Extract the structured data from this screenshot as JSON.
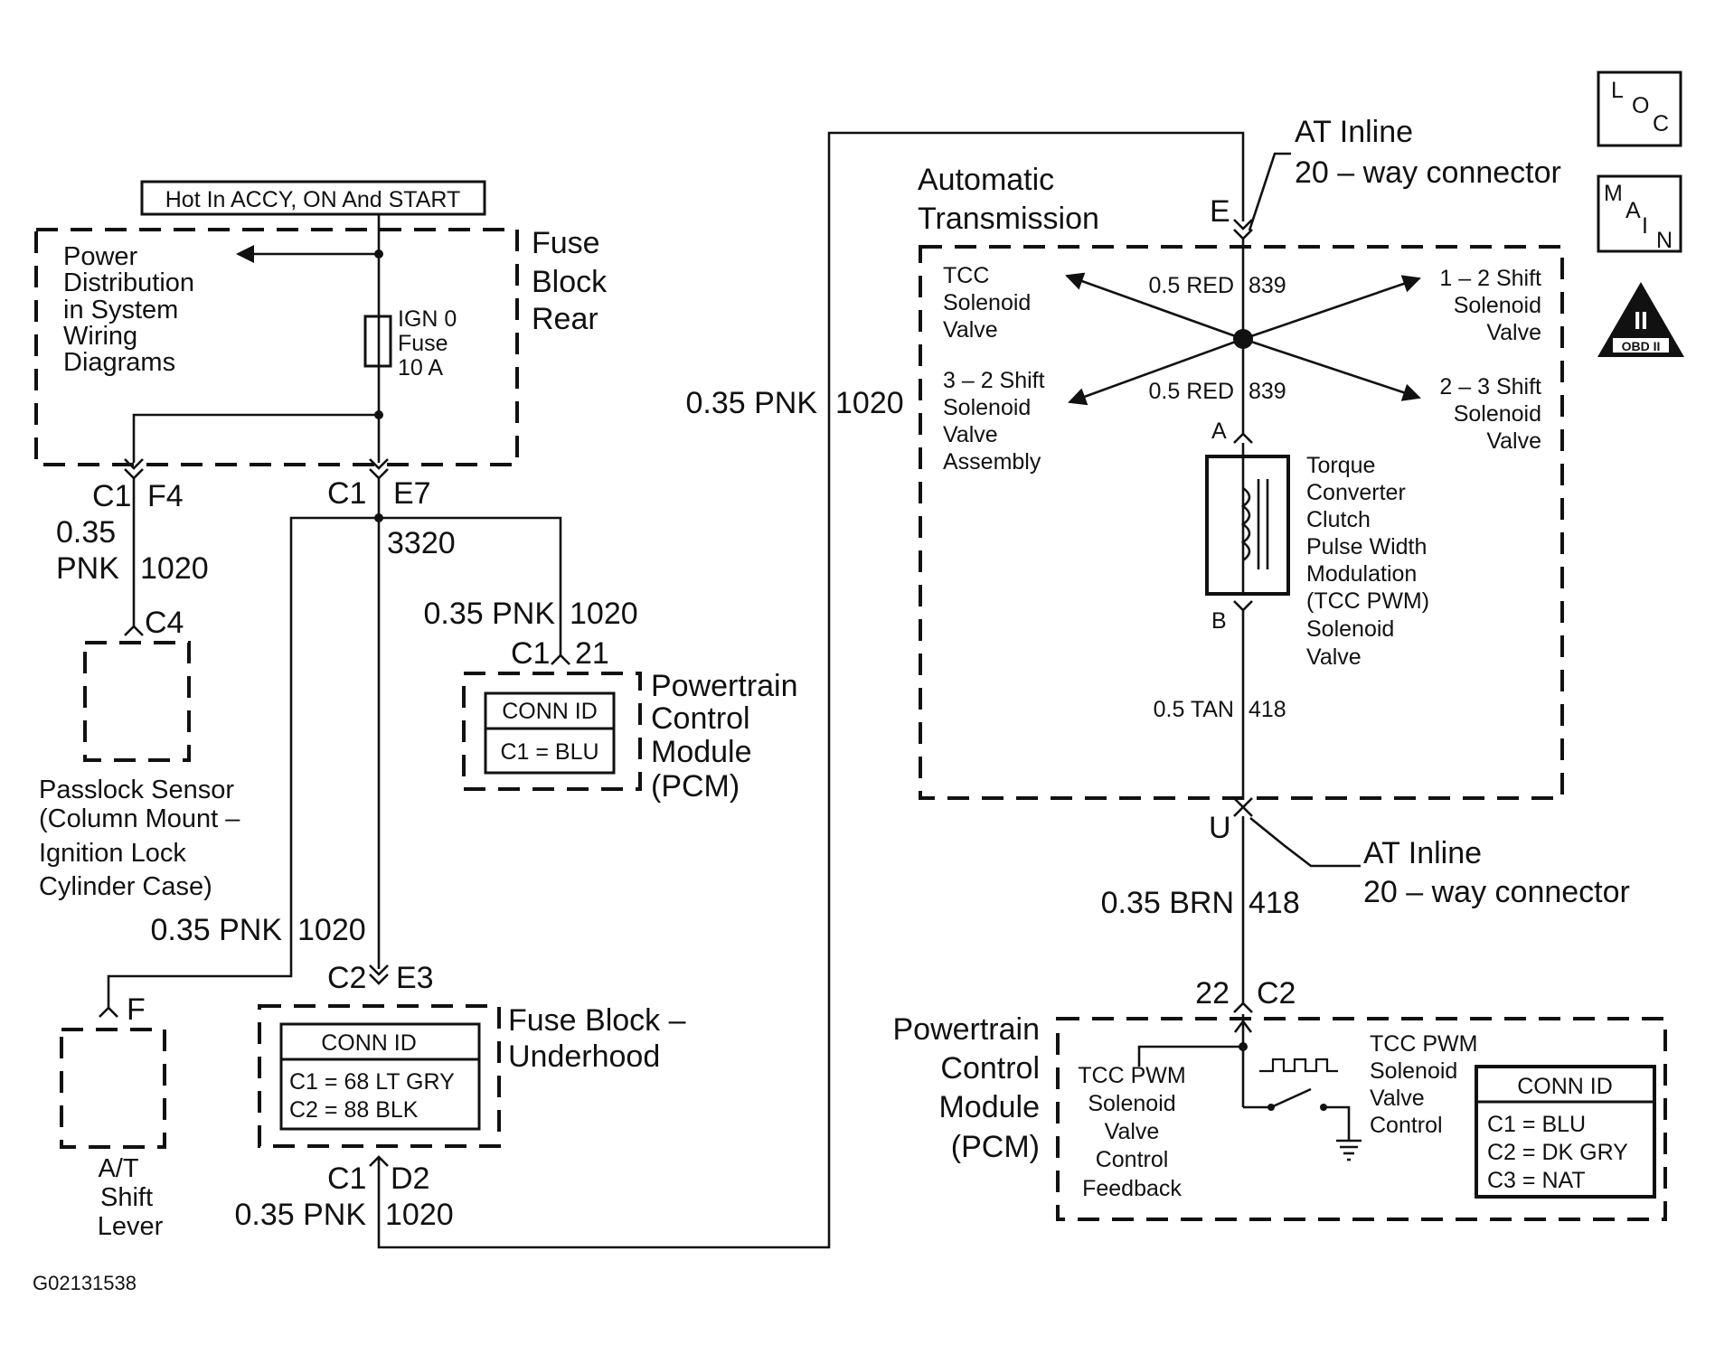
{
  "diagram_id": "G02131538",
  "icons": {
    "loc": [
      "L",
      "O",
      "C"
    ],
    "main": [
      "M",
      "A",
      "I",
      "N"
    ],
    "obd": {
      "numeral": "II",
      "label": "OBD II"
    }
  },
  "supply_label": "Hot In ACCY, ON And START",
  "fuse_block_rear": {
    "title": [
      "Fuse",
      "Block",
      "Rear"
    ],
    "power_distribution": [
      "Power",
      "Distribution",
      "in System",
      "Wiring",
      "Diagrams"
    ],
    "fuse": [
      "IGN 0",
      "Fuse",
      "10 A"
    ]
  },
  "connectors": {
    "c1_f4": [
      "C1",
      "F4"
    ],
    "c1_e7": [
      "C1",
      "E7"
    ],
    "c4": "C4",
    "c1_21": [
      "C1",
      "21"
    ],
    "f": "F",
    "c2_e3": [
      "C2",
      "E3"
    ],
    "c1_d2": [
      "C1",
      "D2"
    ],
    "at_e": "E",
    "solenoid_a": "A",
    "solenoid_b": "B",
    "at_u": "U",
    "pcm_22_c2": [
      "22",
      "C2"
    ]
  },
  "wires": {
    "w_f4_color": [
      "0.35",
      "PNK"
    ],
    "w_f4_circuit": "1020",
    "splice_circuit": "3320",
    "w_pcm_c1_color": "0.35 PNK",
    "w_pcm_c1_circuit": "1020",
    "w_e3_color": "0.35 PNK",
    "w_e3_circuit": "1020",
    "w_d2_color": "0.35 PNK",
    "w_d2_circuit": "1020",
    "w_long_color": "0.35 PNK",
    "w_long_circuit": "1020",
    "w_red_upper_color": "0.5 RED",
    "w_red_upper_circuit": "839",
    "w_red_lower_color": "0.5 RED",
    "w_red_lower_circuit": "839",
    "w_tan_color": "0.5 TAN",
    "w_tan_circuit": "418",
    "w_brn_color": "0.35 BRN",
    "w_brn_circuit": "418"
  },
  "passlock": [
    "Passlock Sensor",
    "(Column Mount –",
    "Ignition Lock",
    "Cylinder Case)"
  ],
  "shift_lever": [
    "A/T",
    "Shift",
    "Lever"
  ],
  "pcm_top": {
    "title": [
      "Powertrain",
      "Control",
      "Module",
      "(PCM)"
    ],
    "conn_id_title": "CONN ID",
    "conn_rows": [
      "C1 = BLU"
    ]
  },
  "fuse_block_underhood": {
    "title": [
      "Fuse Block –",
      "Underhood"
    ],
    "conn_id_title": "CONN ID",
    "conn_rows": [
      "C1 = 68 LT GRY",
      "C2 = 88 BLK"
    ]
  },
  "automatic_transmission": {
    "title": [
      "Automatic",
      "Transmission"
    ],
    "tcc_solenoid": [
      "TCC",
      "Solenoid",
      "Valve"
    ],
    "shift_12": [
      "1 – 2 Shift",
      "Solenoid",
      "Valve"
    ],
    "shift_32": [
      "3 – 2 Shift",
      "Solenoid",
      "Valve",
      "Assembly"
    ],
    "shift_23": [
      "2 – 3 Shift",
      "Solenoid",
      "Valve"
    ],
    "tcc_pwm": [
      "Torque",
      "Converter",
      "Clutch",
      "Pulse Width",
      "Modulation",
      "(TCC PWM)",
      "Solenoid",
      "Valve"
    ]
  },
  "at_inline_top": [
    "AT Inline",
    "20 – way connector"
  ],
  "at_inline_bottom": [
    "AT Inline",
    "20 – way connector"
  ],
  "pcm_bottom": {
    "title": [
      "Powertrain",
      "Control",
      "Module",
      "(PCM)"
    ],
    "feedback": [
      "TCC PWM",
      "Solenoid",
      "Valve",
      "Control",
      "Feedback"
    ],
    "control": [
      "TCC PWM",
      "Solenoid",
      "Valve",
      "Control"
    ],
    "conn_id_title": "CONN ID",
    "conn_rows": [
      "C1 = BLU",
      "C2 = DK GRY",
      "C3 = NAT"
    ]
  }
}
